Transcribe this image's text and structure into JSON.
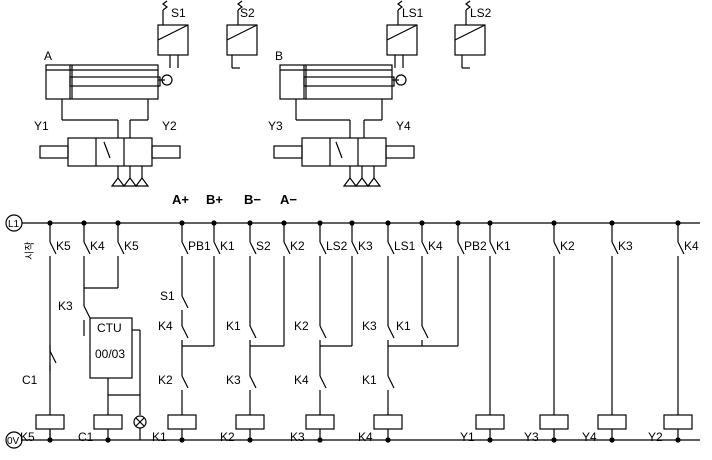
{
  "pneumatic": {
    "sensors": [
      "S1",
      "S2",
      "LS1",
      "LS2"
    ],
    "cylinders": [
      "A",
      "B"
    ],
    "solenoids": [
      "Y1",
      "Y2",
      "Y3",
      "Y4"
    ]
  },
  "sequence": [
    "A+",
    "B+",
    "B−",
    "A−"
  ],
  "ladder": {
    "rail_top": "L1",
    "rail_bottom": "0V",
    "start_label": "시작",
    "row1_contacts": [
      "K5",
      "K4",
      "K5",
      "PB1",
      "K1",
      "S2",
      "K2",
      "LS2",
      "K3",
      "LS1",
      "K4",
      "PB2",
      "K1",
      "K2",
      "K3",
      "K4"
    ],
    "row2_contacts": [
      "K3",
      "S1"
    ],
    "row3_contacts": [
      "K4",
      "K1",
      "K2",
      "K3",
      "K1"
    ],
    "row4_contacts": [
      "C1",
      "K2",
      "K3",
      "K4",
      "K1"
    ],
    "counter": {
      "name": "CTU",
      "value": "00/03"
    },
    "coils": [
      "K5",
      "C1",
      "K1",
      "K2",
      "K3",
      "K4",
      "Y1",
      "Y3",
      "Y4",
      "Y2"
    ]
  }
}
